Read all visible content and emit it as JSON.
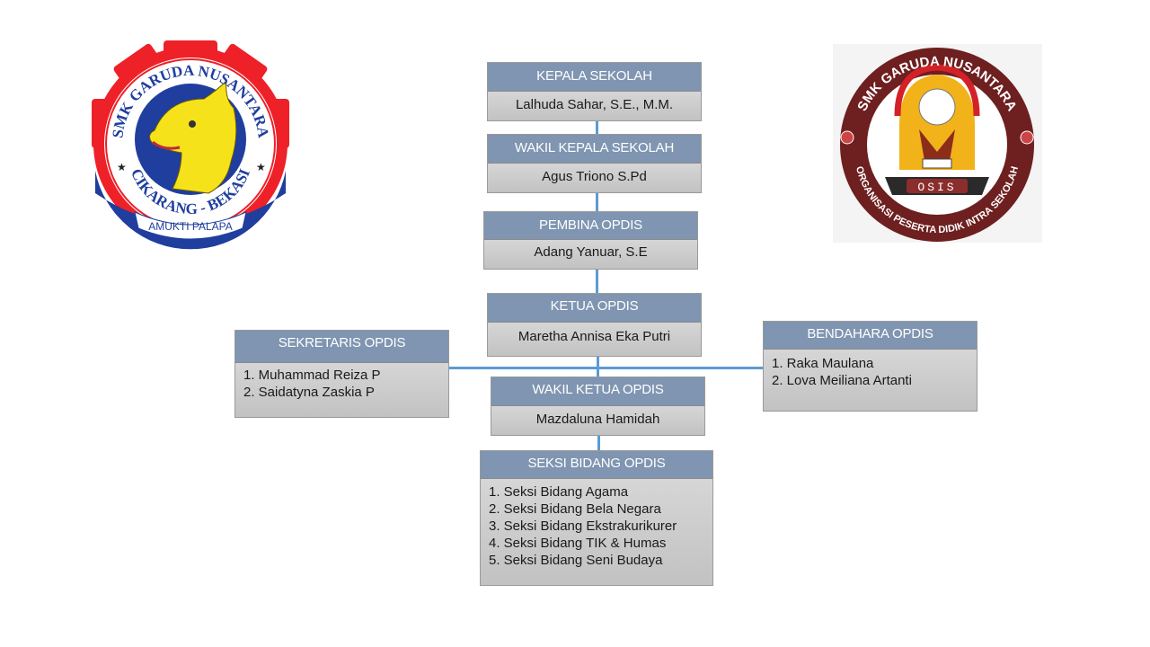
{
  "logos": {
    "left": {
      "top_text": "SMK GARUDA NUSANTARA",
      "bottom_text": "CIKARANG - BEKASI",
      "banner_text": "AMUKTI PALAPA",
      "colors": {
        "red": "#ee2128",
        "blue": "#1f3e9e",
        "yellow": "#f6e21a",
        "white": "#ffffff"
      }
    },
    "right": {
      "top_text": "SMK GARUDA NUSANTARA",
      "bottom_text": "ORGANISASI PESERTA DIDIK INTRA SEKOLAH",
      "banner_text": "OSIS",
      "colors": {
        "maroon": "#6e1f1f",
        "gold": "#f2b21a",
        "red": "#d42127"
      }
    }
  },
  "colors": {
    "header_bg": "#7f95b1",
    "body_top": "#d6d6d6",
    "body_bottom": "#c2c2c2",
    "connector": "#5b9bd5"
  },
  "org": {
    "kepala_sekolah": {
      "title": "KEPALA SEKOLAH",
      "name": "Lalhuda Sahar, S.E., M.M."
    },
    "wakil_kepala_sekolah": {
      "title": "WAKIL KEPALA SEKOLAH",
      "name": "Agus Triono S.Pd"
    },
    "pembina": {
      "title": "PEMBINA OPDIS",
      "name": "Adang Yanuar,  S.E"
    },
    "ketua": {
      "title": "KETUA OPDIS",
      "name": "Maretha Annisa Eka Putri"
    },
    "sekretaris": {
      "title": "SEKRETARIS OPDIS",
      "members": [
        "1. Muhammad Reiza P",
        "2. Saidatyna Zaskia P"
      ]
    },
    "bendahara": {
      "title": "BENDAHARA OPDIS",
      "members": [
        "1. Raka Maulana",
        "2. Lova Meiliana Artanti"
      ]
    },
    "wakil_ketua": {
      "title": "WAKIL KETUA OPDIS",
      "name": "Mazdaluna  Hamidah"
    },
    "seksi_bidang": {
      "title": "SEKSI BIDANG OPDIS",
      "members": [
        "1. Seksi Bidang Agama",
        "2. Seksi Bidang Bela Negara",
        "3. Seksi Bidang Ekstrakurikurer",
        "4. Seksi Bidang TIK  & Humas",
        "5. Seksi Bidang Seni Budaya"
      ]
    }
  }
}
